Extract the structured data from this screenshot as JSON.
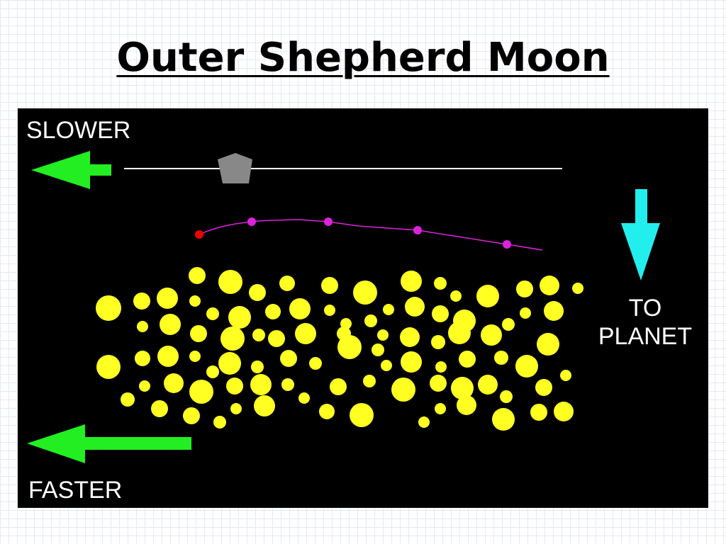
{
  "title": "Outer Shepherd Moon",
  "labels": {
    "slower": "SLOWER",
    "faster": "FASTER",
    "to_planet_line1": "TO",
    "to_planet_line2": "PLANET"
  },
  "colors": {
    "panel": "#000000",
    "arrow_speed": "#22ee22",
    "arrow_planet": "#22eeee",
    "moon": "#888888",
    "orbit_line": "#ffffff",
    "path": "#dd22dd",
    "path_start": "#ee0000",
    "ring_particle": "#ffff22"
  },
  "icons": {
    "moon": "pentagon-moon-icon",
    "slower_arrow": "arrow-left-icon",
    "faster_arrow": "arrow-left-icon",
    "planet_arrow": "arrow-down-icon"
  }
}
